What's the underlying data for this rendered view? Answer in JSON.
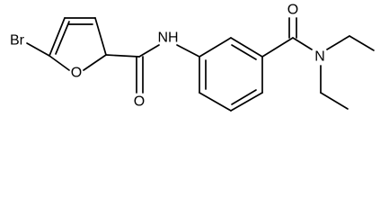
{
  "molecule": {
    "atoms": {
      "br": "Br",
      "o_furan": "O",
      "o_amide_1": "O",
      "n_amide_1": "NH",
      "o_amide_2": "O",
      "n_amide_2": "N"
    }
  }
}
